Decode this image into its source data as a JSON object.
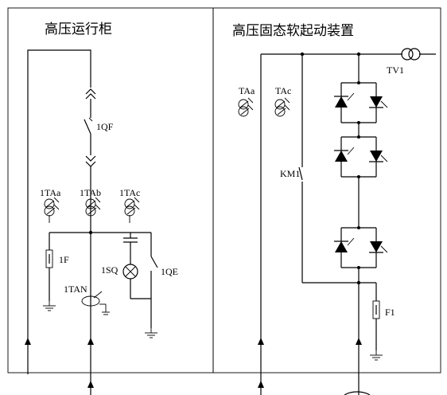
{
  "panels": {
    "left": {
      "title": "高压运行柜"
    },
    "right": {
      "title": "高压固态软起动装置"
    }
  },
  "labels": {
    "qf": "1QF",
    "taa1": "1TAa",
    "tab1": "1TAb",
    "tac1": "1TAc",
    "f1": "1F",
    "sq": "1SQ",
    "qe": "1QE",
    "tan": "1TAN",
    "tv": "TV1",
    "taa": "TAa",
    "tac": "TAc",
    "km": "KM1",
    "fuse": "F1"
  },
  "colors": {
    "line": "#000000",
    "background": "#ffffff"
  },
  "icons": [
    "current-transformer-icon",
    "thyristor-icon",
    "fuse-icon",
    "ground-icon",
    "arrow-up-icon",
    "voltage-transformer-icon"
  ]
}
